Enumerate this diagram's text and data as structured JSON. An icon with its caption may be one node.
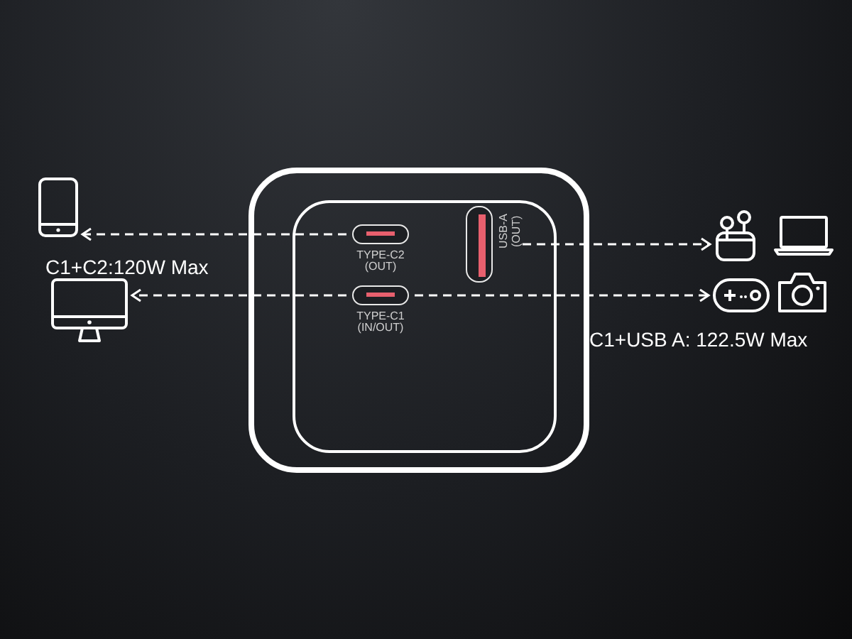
{
  "diagram": {
    "nodes": [
      {
        "text": [],
        "shape": "box"
      },
      {
        "text": [],
        "shape": "box",
        "in": 0
      },
      {
        "text": [
          "TYPE-C2 (OUT)"
        ],
        "in": 1
      },
      {
        "text": [
          "TYPE-C1 (IN/OUT)"
        ],
        "in": 1
      },
      {
        "text": [
          "USB-A (OUT)"
        ],
        "in": 1
      },
      {
        "text": [],
        "shape": "phone"
      },
      {
        "text": [],
        "shape": "monitor"
      },
      {
        "text": [],
        "shape": "earbuds"
      },
      {
        "text": [],
        "shape": "laptop"
      },
      {
        "text": [],
        "shape": "gamepad"
      },
      {
        "text": [],
        "shape": "camera"
      }
    ],
    "edges": [
      {
        "from": 2,
        "to": 5,
        "arrow": "to",
        "style": "dashed"
      },
      {
        "from": 3,
        "to": 6,
        "arrow": "to",
        "style": "dashed"
      },
      {
        "from": 4,
        "to": 7,
        "arrow": "to",
        "style": "dashed"
      },
      {
        "from": 3,
        "to": 9,
        "arrow": "to",
        "style": "dashed"
      }
    ],
    "labels": [
      "C1+C2:120W Max",
      "C1+USB A: 122.5W Max"
    ]
  }
}
